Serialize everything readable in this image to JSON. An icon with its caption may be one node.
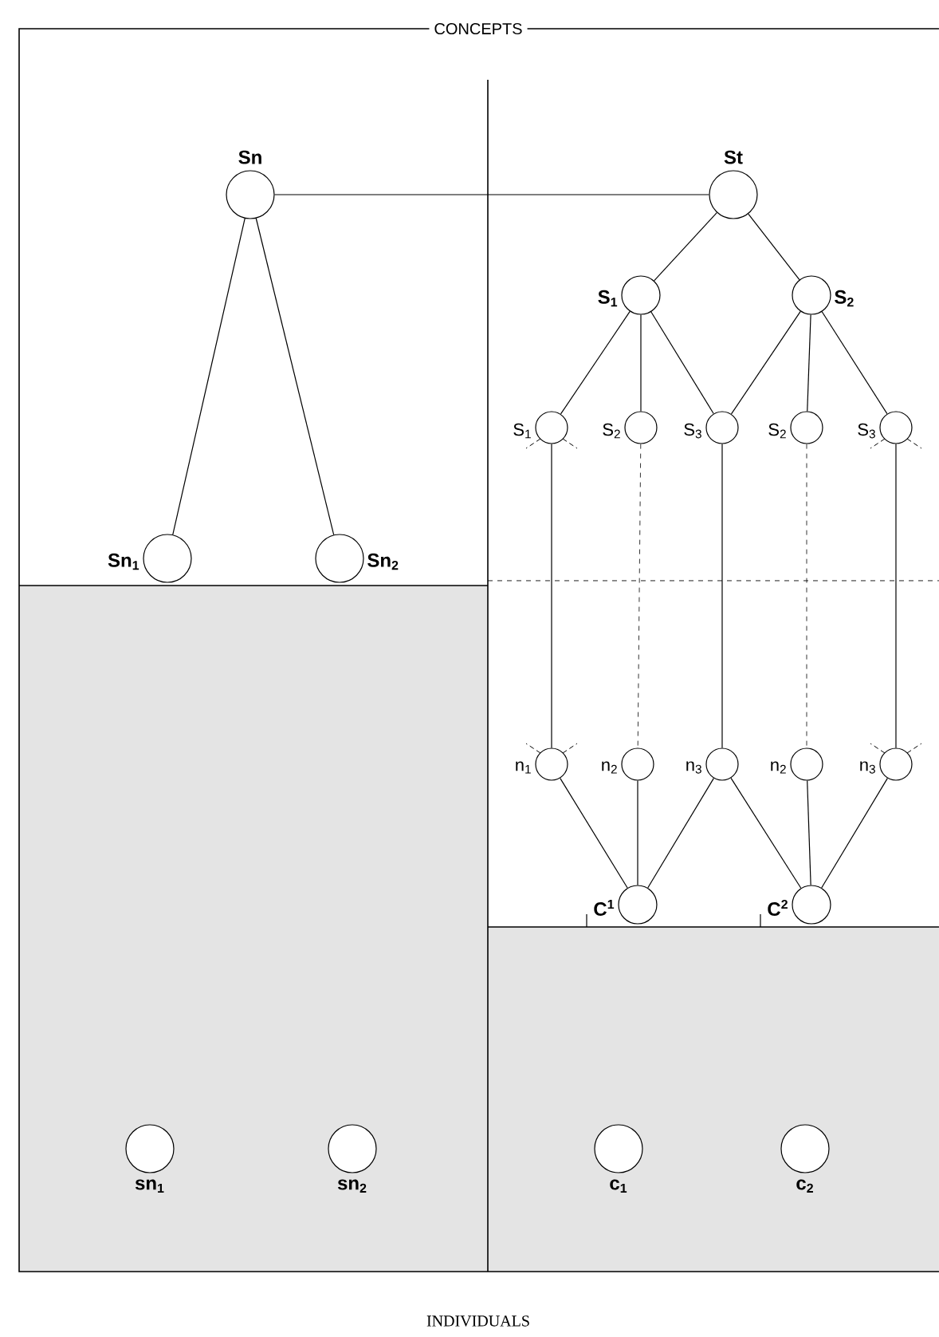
{
  "diagram": {
    "nodes": [
      {
        "text": [],
        "shape": "circle",
        "beside": [
          "Sn"
        ]
      },
      {
        "text": [],
        "shape": "circle",
        "beside": [
          "St"
        ]
      },
      {
        "text": [],
        "shape": "circle",
        "beside": [
          "S$_{1}$"
        ]
      },
      {
        "text": [],
        "shape": "circle",
        "beside": [
          "S$_{2}$"
        ]
      },
      {
        "text": [],
        "shape": "circle",
        "beside": [
          "S$_{1}$"
        ]
      },
      {
        "text": [],
        "shape": "circle",
        "beside": [
          "S$_{2}$"
        ]
      },
      {
        "text": [],
        "shape": "circle",
        "beside": [
          "S$_{3}$"
        ]
      },
      {
        "text": [],
        "shape": "circle",
        "beside": [
          "S$_{2}$"
        ]
      },
      {
        "text": [],
        "shape": "circle",
        "beside": [
          "S$_{3}$"
        ]
      },
      {
        "text": [],
        "shape": "circle",
        "beside": [
          "Sn$_{1}$"
        ]
      },
      {
        "text": [],
        "shape": "circle",
        "beside": [
          "Sn$_{2}$"
        ]
      },
      {
        "text": [],
        "shape": "circle",
        "beside": [
          "n$_{1}$"
        ]
      },
      {
        "text": [],
        "shape": "circle",
        "beside": [
          "n$_{2}$"
        ]
      },
      {
        "text": [],
        "shape": "circle",
        "beside": [
          "n$_{3}$"
        ]
      },
      {
        "text": [],
        "shape": "circle",
        "beside": [
          "n$_{2}$"
        ]
      },
      {
        "text": [],
        "shape": "circle",
        "beside": [
          "n$_{3}$"
        ]
      },
      {
        "text": [],
        "shape": "circle",
        "beside": [
          "C$^{1}$"
        ]
      },
      {
        "text": [],
        "shape": "circle",
        "beside": [
          "C$^{2}$"
        ]
      },
      {
        "text": [],
        "shape": "circle",
        "beside": [
          "sn$_{1}$"
        ]
      },
      {
        "text": [],
        "shape": "circle",
        "beside": [
          "sn$_{2}$"
        ]
      },
      {
        "text": [],
        "shape": "circle",
        "beside": [
          "c$_{1}$"
        ]
      },
      {
        "text": [],
        "shape": "circle",
        "beside": [
          "c$_{2}$"
        ]
      }
    ],
    "edges": [
      {
        "from": 0,
        "to": 1,
        "arrow": "none"
      },
      {
        "from": 0,
        "to": 9,
        "arrow": "none"
      },
      {
        "from": 0,
        "to": 10,
        "arrow": "none"
      },
      {
        "from": 1,
        "to": 2,
        "arrow": "none"
      },
      {
        "from": 1,
        "to": 3,
        "arrow": "none"
      },
      {
        "from": 2,
        "to": 4,
        "arrow": "none"
      },
      {
        "from": 2,
        "to": 5,
        "arrow": "none"
      },
      {
        "from": 2,
        "to": 6,
        "arrow": "none"
      },
      {
        "from": 3,
        "to": 6,
        "arrow": "none"
      },
      {
        "from": 3,
        "to": 7,
        "arrow": "none"
      },
      {
        "from": 3,
        "to": 8,
        "arrow": "none"
      },
      {
        "from": 4,
        "to": 11,
        "arrow": "none"
      },
      {
        "from": 5,
        "to": 12,
        "arrow": "none",
        "style": "dashed"
      },
      {
        "from": 6,
        "to": 13,
        "arrow": "none"
      },
      {
        "from": 7,
        "to": 14,
        "arrow": "none",
        "style": "dashed"
      },
      {
        "from": 8,
        "to": 15,
        "arrow": "none"
      },
      {
        "from": 11,
        "to": 16,
        "arrow": "none"
      },
      {
        "from": 12,
        "to": 16,
        "arrow": "none"
      },
      {
        "from": 13,
        "to": 16,
        "arrow": "none"
      },
      {
        "from": 13,
        "to": 17,
        "arrow": "none"
      },
      {
        "from": 14,
        "to": 17,
        "arrow": "none"
      },
      {
        "from": 15,
        "to": 17,
        "arrow": "none"
      }
    ],
    "labels": [
      "CONCEPTS",
      "INDIVIDUALS"
    ]
  }
}
